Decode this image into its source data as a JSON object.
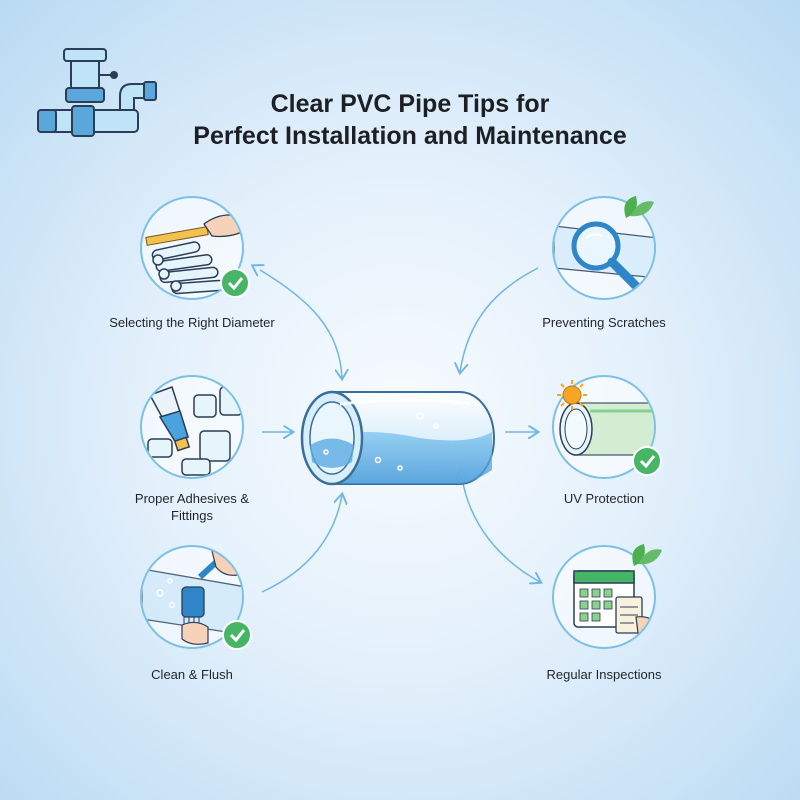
{
  "title": {
    "line1": "Clear PVC Pipe Tips for",
    "line2": "Perfect Installation and Maintenance"
  },
  "tips": [
    {
      "label": "Selecting the Right Diameter",
      "icon": "pipes-measuring-icon"
    },
    {
      "label": "Proper Adhesives &",
      "label2": "Fittings",
      "icon": "adhesive-fittings-icon"
    },
    {
      "label": "Clean & Flush",
      "icon": "cleaning-brush-icon"
    },
    {
      "label": "Preventing Scratches",
      "icon": "magnifier-icon"
    },
    {
      "label": "UV Protection",
      "icon": "sun-pipe-icon"
    },
    {
      "label": "Regular Inspections",
      "icon": "calendar-checklist-icon"
    }
  ],
  "colors": {
    "accent": "#7cc0e8",
    "check": "#47b566",
    "leaf": "#4caf50",
    "sun": "#f5a623",
    "text": "#1c1f24"
  }
}
